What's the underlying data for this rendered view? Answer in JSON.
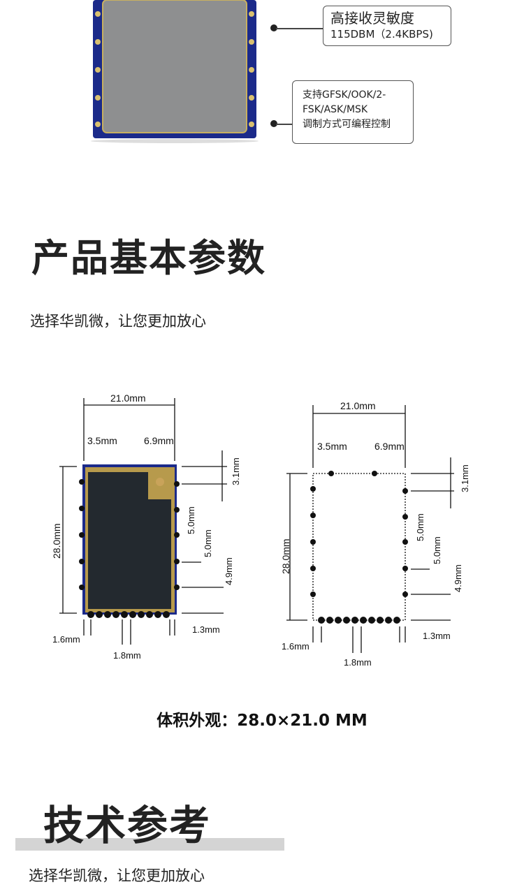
{
  "callouts": [
    {
      "title": "高接收灵敏度",
      "detail": "115DBM（2.4KBPS)"
    },
    {
      "lines": [
        "支持GFSK/OOK/2-",
        "FSK/ASK/MSK",
        "调制方式可编程控制"
      ]
    }
  ],
  "section1": {
    "title": "产品基本参数",
    "subtitle": "选择华凯微，让您更加放心"
  },
  "dimensions": {
    "width": "21.0mm",
    "height": "28.0mm",
    "left_offset": "3.5mm",
    "right_offset": "6.9mm",
    "top_pin": "3.1mm",
    "pitch_a": "5.0mm",
    "pitch_b": "5.0mm",
    "pitch_c": "4.9mm",
    "bottom_left": "1.6mm",
    "bottom_pitch": "1.8mm",
    "bottom_right": "1.3mm"
  },
  "caption": "体积外观：28.0×21.0 MM",
  "section2": {
    "title": "技术参考",
    "subtitle": "选择华凯微，让您更加放心"
  },
  "colors": {
    "pcb": "#1b2a8a",
    "shield": "#8e8f90",
    "text": "#222222",
    "bar": "#d4d4d4"
  }
}
